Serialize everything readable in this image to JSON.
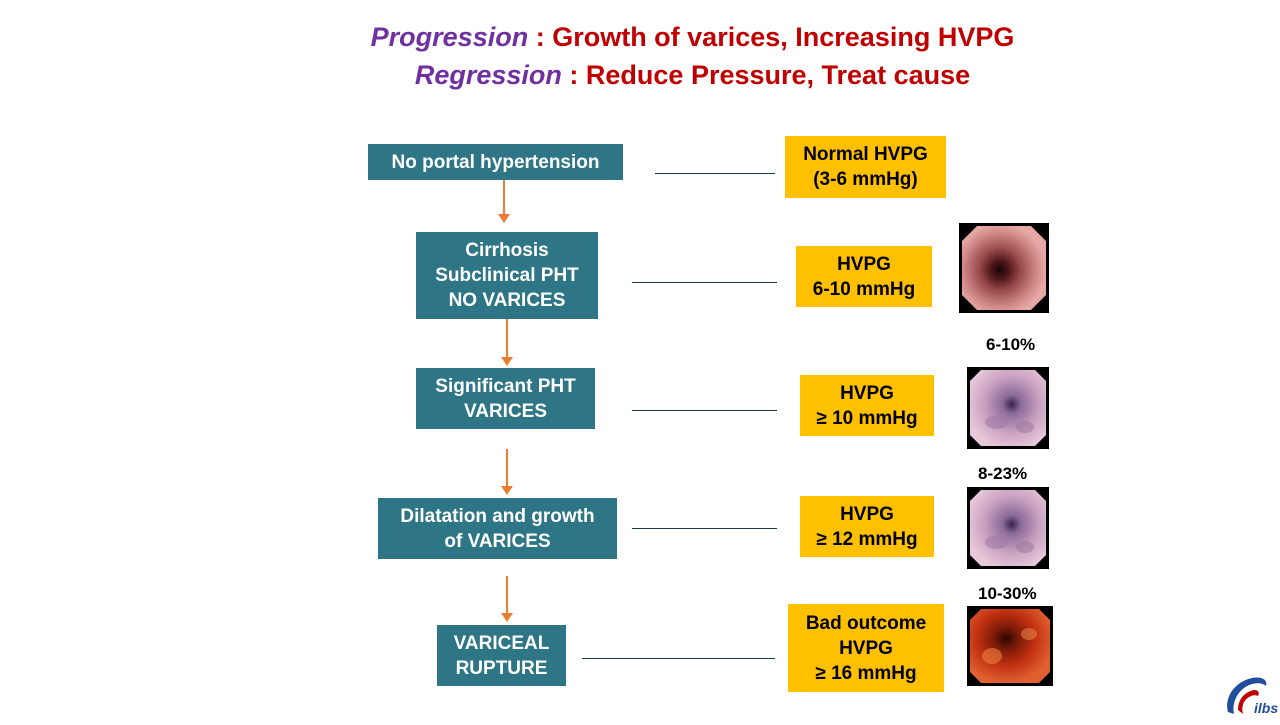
{
  "titles": {
    "line1": {
      "italic": "Progression",
      "rest": " : Growth of varices, Increasing HVPG"
    },
    "line2": {
      "italic": "Regression",
      "rest": " : Reduce Pressure, Treat cause"
    }
  },
  "stages": [
    {
      "label": "No portal hypertension"
    },
    {
      "label": "Cirrhosis\nSubclinical  PHT\nNO VARICES"
    },
    {
      "label": "Significant  PHT\nVARICES"
    },
    {
      "label": "Dilatation  and growth\nof VARICES"
    },
    {
      "label": "VARICEAL\nRUPTURE"
    }
  ],
  "hvpg": [
    {
      "label": "Normal HVPG\n(3-6 mmHg)"
    },
    {
      "label": "HVPG\n6-10 mmHg"
    },
    {
      "label": "HVPG\n≥ 10 mmHg"
    },
    {
      "label": "HVPG\n≥ 12 mmHg"
    },
    {
      "label": "Bad outcome\nHVPG\n≥ 16 mmHg"
    }
  ],
  "percentages": [
    "6-10%",
    "8-23%",
    "10-30%"
  ],
  "logo_text": "ilbs",
  "colors": {
    "stage_box": "#2e7585",
    "hvpg_box": "#ffc000",
    "arrow": "#ed7d31",
    "title_italic": "#7030a0",
    "title_text": "#c00000"
  }
}
